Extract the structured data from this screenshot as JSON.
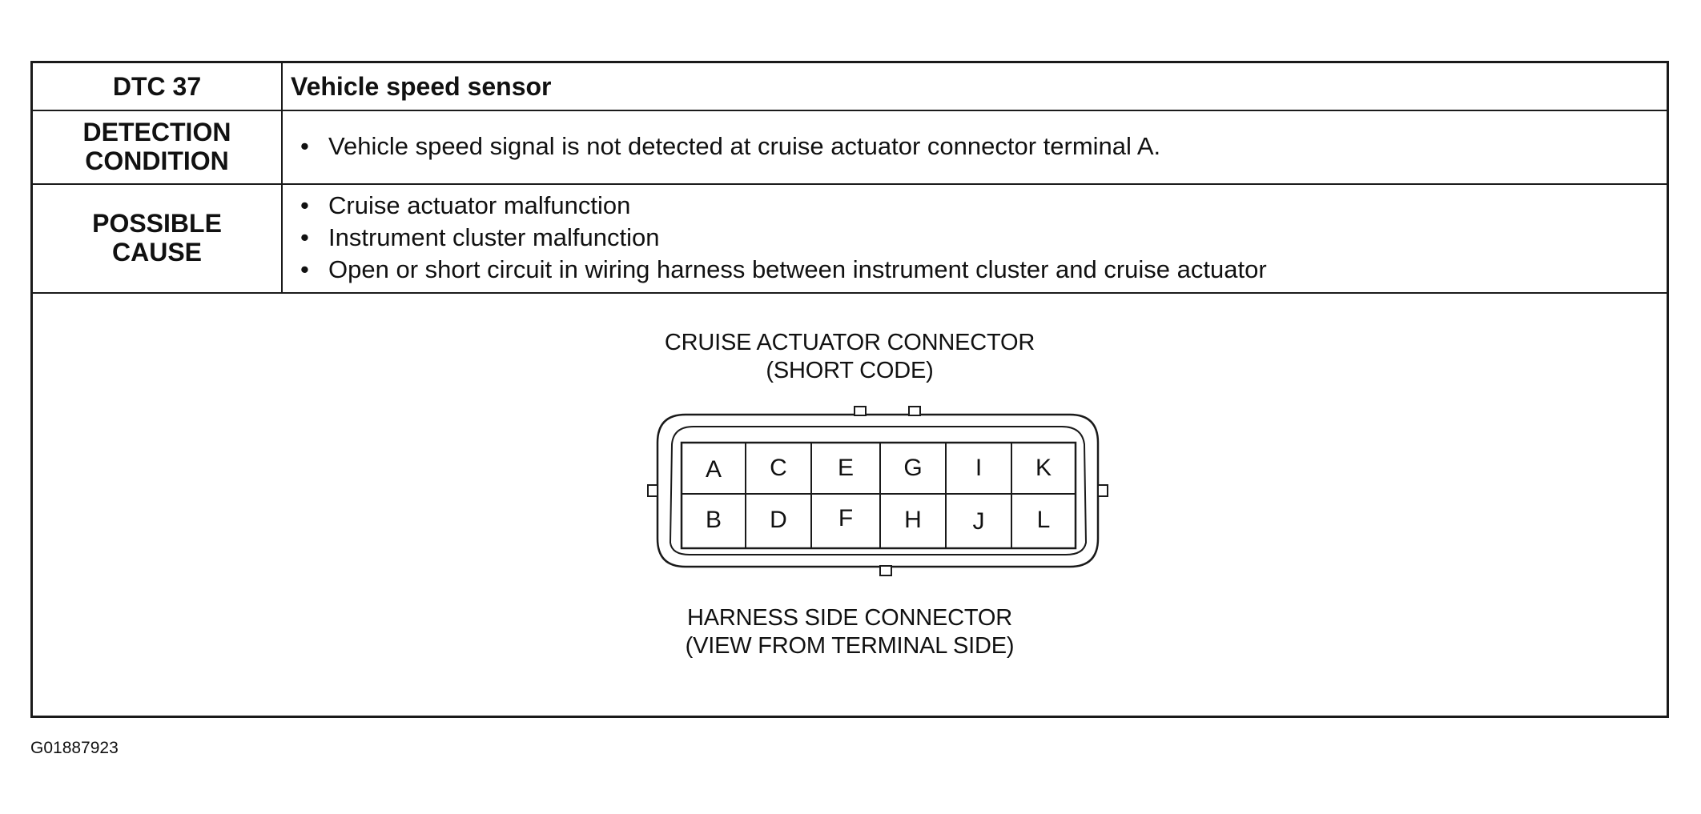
{
  "table": {
    "dtc_label": "DTC 37",
    "dtc_title": "Vehicle speed sensor",
    "detection_label_line1": "DETECTION",
    "detection_label_line2": "CONDITION",
    "detection_items": [
      "Vehicle speed signal is not detected at cruise actuator connector terminal A."
    ],
    "cause_label_line1": "POSSIBLE",
    "cause_label_line2": "CAUSE",
    "cause_items": [
      "Cruise actuator malfunction",
      "Instrument cluster malfunction",
      "Open or short circuit in wiring harness between instrument cluster and cruise actuator"
    ]
  },
  "diagram": {
    "title_line1": "CRUISE ACTUATOR CONNECTOR",
    "title_line2": "(SHORT CODE)",
    "top_row_terminals": [
      "A",
      "C",
      "E",
      "G",
      "I",
      "K"
    ],
    "bottom_row_terminals": [
      "B",
      "D",
      "F",
      "H",
      "J",
      "L"
    ],
    "caption_line1": "HARNESS SIDE CONNECTOR",
    "caption_line2": "(VIEW FROM TERMINAL SIDE)"
  },
  "figure_code": "G01887923"
}
